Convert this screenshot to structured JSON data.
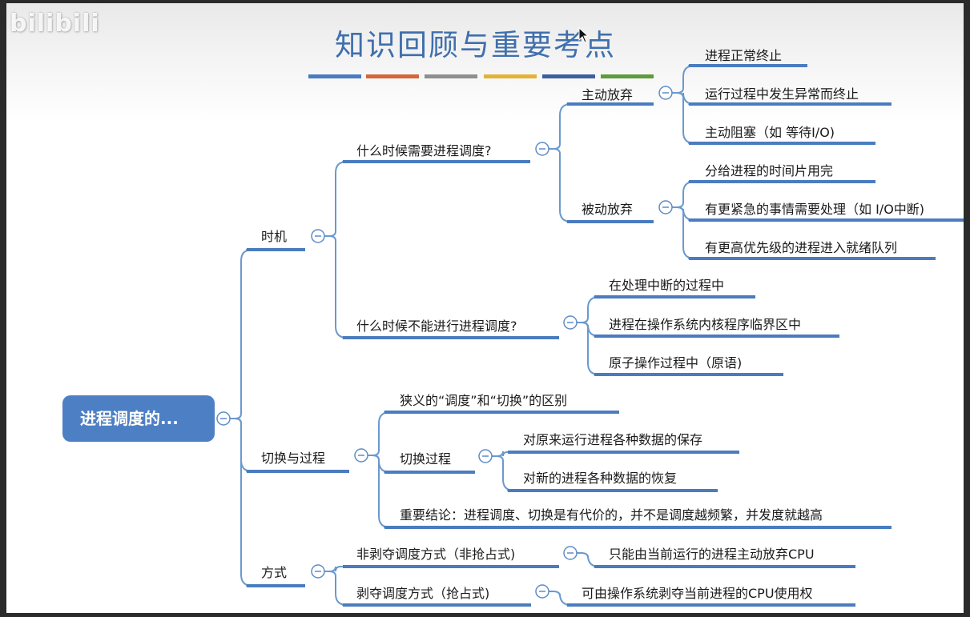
{
  "watermark": "bilibili",
  "title": "知识回顾与重要考点",
  "title_bar_colors": [
    "#4a7cbf",
    "#d2683a",
    "#8f8f8f",
    "#e3b338",
    "#3e5f9e",
    "#5f9a3f"
  ],
  "colors": {
    "title": "#3f6fad",
    "line": "#6a99cf",
    "underline": "#4a7cbf",
    "root": "#4d7fc4",
    "collapse_circle": "#5e8cc6"
  },
  "icons": {
    "collapse": "collapse-circle-icon",
    "cursor": "mouse-cursor-icon"
  },
  "mindmap": {
    "root": "进程调度的...",
    "branches": [
      {
        "label": "时机",
        "children": [
          {
            "label": "什么时候需要进程调度?",
            "children": [
              {
                "label": "主动放弃",
                "children": [
                  "进程正常终止",
                  "运行过程中发生异常而终止",
                  "主动阻塞（如 等待I/O)"
                ]
              },
              {
                "label": "被动放弃",
                "children": [
                  "分给进程的时间片用完",
                  "有更紧急的事情需要处理（如 I/O中断)",
                  "有更高优先级的进程进入就绪队列"
                ]
              }
            ]
          },
          {
            "label": "什么时候不能进行进程调度?",
            "children": [
              "在处理中断的过程中",
              "进程在操作系统内核程序临界区中",
              "原子操作过程中（原语)"
            ]
          }
        ]
      },
      {
        "label": "切换与过程",
        "children": [
          {
            "label": "狭义的“调度”和“切换”的区别"
          },
          {
            "label": "切换过程",
            "children": [
              "对原来运行进程各种数据的保存",
              "对新的进程各种数据的恢复"
            ]
          },
          {
            "label": "重要结论：进程调度、切换是有代价的，并不是调度越频繁，并发度就越高"
          }
        ]
      },
      {
        "label": "方式",
        "children": [
          {
            "label": "非剥夺调度方式（非抢占式)",
            "children": [
              "只能由当前运行的进程主动放弃CPU"
            ]
          },
          {
            "label": "剥夺调度方式（抢占式)",
            "children": [
              "可由操作系统剥夺当前进程的CPU使用权"
            ]
          }
        ]
      }
    ]
  }
}
